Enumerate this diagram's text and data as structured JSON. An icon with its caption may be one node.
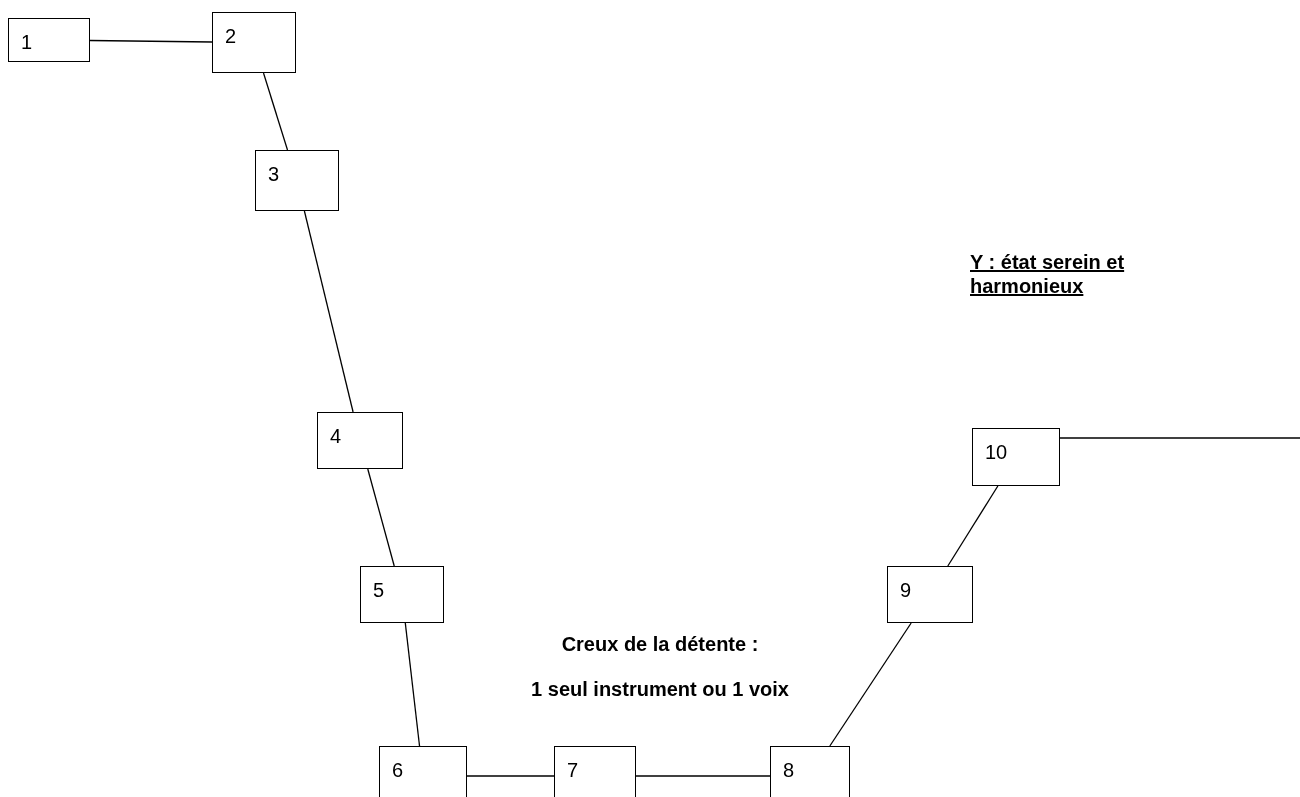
{
  "diagram": {
    "nodes": [
      {
        "text": [
          "1"
        ]
      },
      {
        "text": [
          "2"
        ]
      },
      {
        "text": [
          "3"
        ]
      },
      {
        "text": [
          "4"
        ]
      },
      {
        "text": [
          "5"
        ]
      },
      {
        "text": [
          "6"
        ]
      },
      {
        "text": [
          "7"
        ]
      },
      {
        "text": [
          "8"
        ]
      },
      {
        "text": [
          "9"
        ]
      },
      {
        "text": [
          "10"
        ]
      }
    ],
    "edges": [
      {
        "from": 0,
        "to": 1,
        "arrow": "none"
      },
      {
        "from": 1,
        "to": 2,
        "arrow": "none"
      },
      {
        "from": 2,
        "to": 3,
        "arrow": "none"
      },
      {
        "from": 3,
        "to": 4,
        "arrow": "none"
      },
      {
        "from": 4,
        "to": 5,
        "arrow": "none"
      },
      {
        "from": 5,
        "to": 6,
        "arrow": "none"
      },
      {
        "from": 6,
        "to": 7,
        "arrow": "none"
      },
      {
        "from": 7,
        "to": 8,
        "arrow": "none"
      },
      {
        "from": 8,
        "to": 9,
        "arrow": "none"
      },
      {
        "from": 9,
        "to": null,
        "arrow": "none"
      }
    ],
    "labels": [
      "Y : état serein et harmonieux",
      "Creux de la détente :",
      "1 seul instrument ou 1 voix"
    ]
  }
}
